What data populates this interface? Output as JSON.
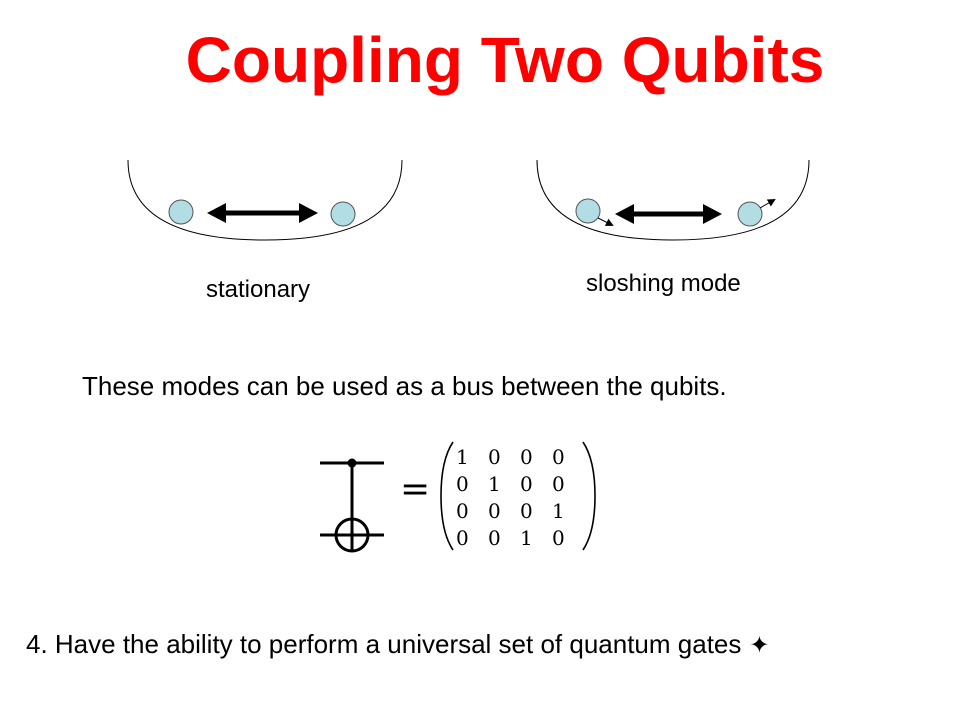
{
  "slide": {
    "title": "Coupling Two Qubits",
    "label_stationary": "stationary",
    "label_sloshing": "sloshing mode",
    "bus_text": "These modes can be used as a bus between the qubits.",
    "bottom_text": "4. Have the ability to perform a universal set of quantum gates",
    "bottom_symbol": "✦"
  },
  "gate": {
    "equals": "=",
    "matrix": [
      [
        "1",
        "0",
        "0",
        "0"
      ],
      [
        "0",
        "1",
        "0",
        "0"
      ],
      [
        "0",
        "0",
        "0",
        "1"
      ],
      [
        "0",
        "0",
        "1",
        "0"
      ]
    ]
  },
  "colors": {
    "title": "#ff0000",
    "qubit_fill": "#b3dde4",
    "stroke": "#000000"
  }
}
